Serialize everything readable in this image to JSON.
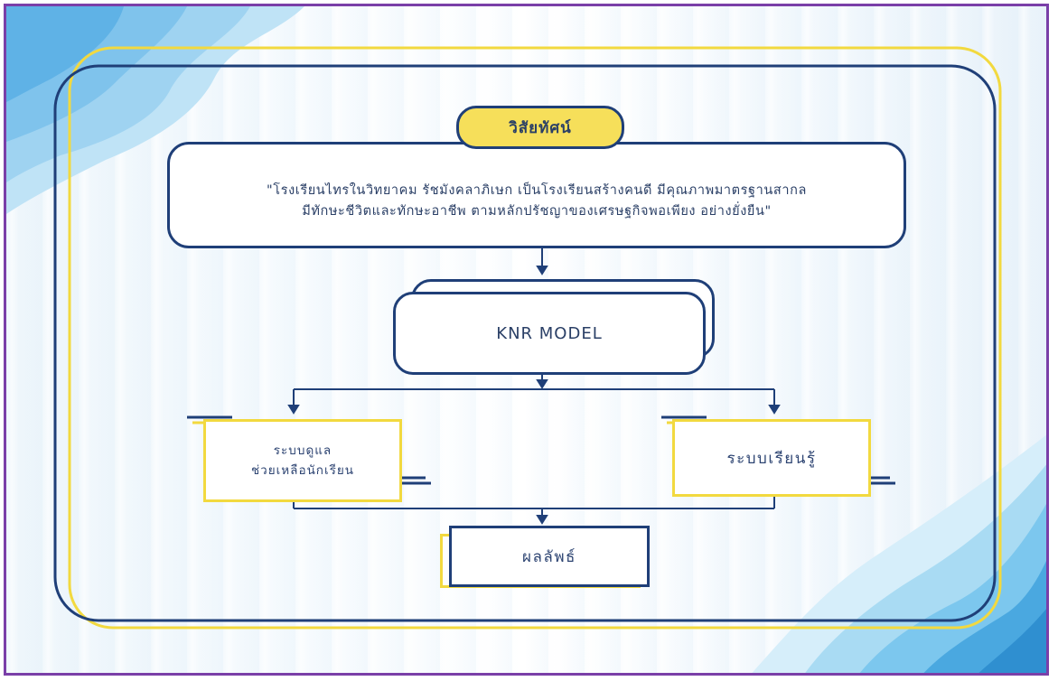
{
  "vision": {
    "title": "วิสัยทัศน์",
    "line1": "\"โรงเรียนไทรในวิทยาคม รัชมังคลาภิเษก เป็นโรงเรียนสร้างคนดี มีคุณภาพมาตรฐานสากล",
    "line2": "มีทักษะชีวิตและทักษะอาชีพ ตามหลักปรัชญาของเศรษฐกิจพอเพียง อย่างยั่งยืน\""
  },
  "model": {
    "label": "KNR MODEL"
  },
  "systems": {
    "care_line1": "ระบบดูแล",
    "care_line2": "ช่วยเหลือนักเรียน",
    "learning": "ระบบเรียนรู้"
  },
  "result": {
    "label": "ผลลัพธ์"
  },
  "colors": {
    "navy": "#1f3f78",
    "yellow": "#f2d93f",
    "purple_border": "#7a3fa8",
    "wave_blue": "#4aa8e0"
  }
}
